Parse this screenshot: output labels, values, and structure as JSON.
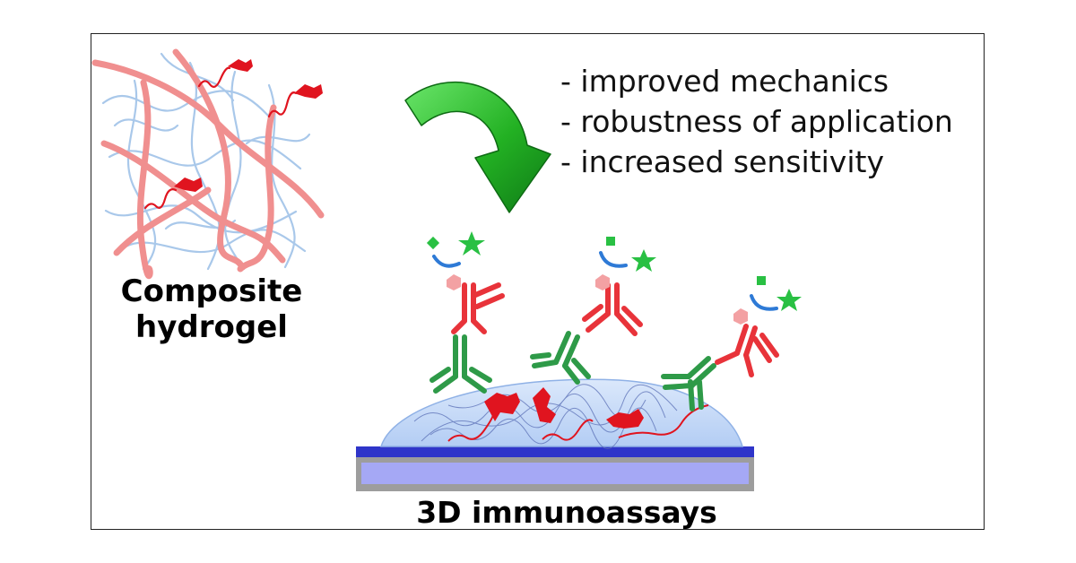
{
  "bullets": [
    "- improved mechanics",
    "- robustness of application",
    "- increased sensitivity"
  ],
  "hydrogel_label": {
    "line1": "Composite",
    "line2": "hydrogel"
  },
  "assay_label": "3D immunoassays",
  "colors": {
    "thick_fiber": "#f08f8f",
    "thin_fiber": "#a9c8ea",
    "protein": "#e0141f",
    "arrow": "#27b427",
    "capture_antibody": "#2e9a48",
    "detection_antibody": "#e8333a",
    "substrate_green": "#29c043",
    "recycle_arrow": "#2e7ad6",
    "gel_dome": "#c4daf8",
    "slide_stripe": "#2f35c9",
    "slide_base": "#9d9d9d"
  }
}
